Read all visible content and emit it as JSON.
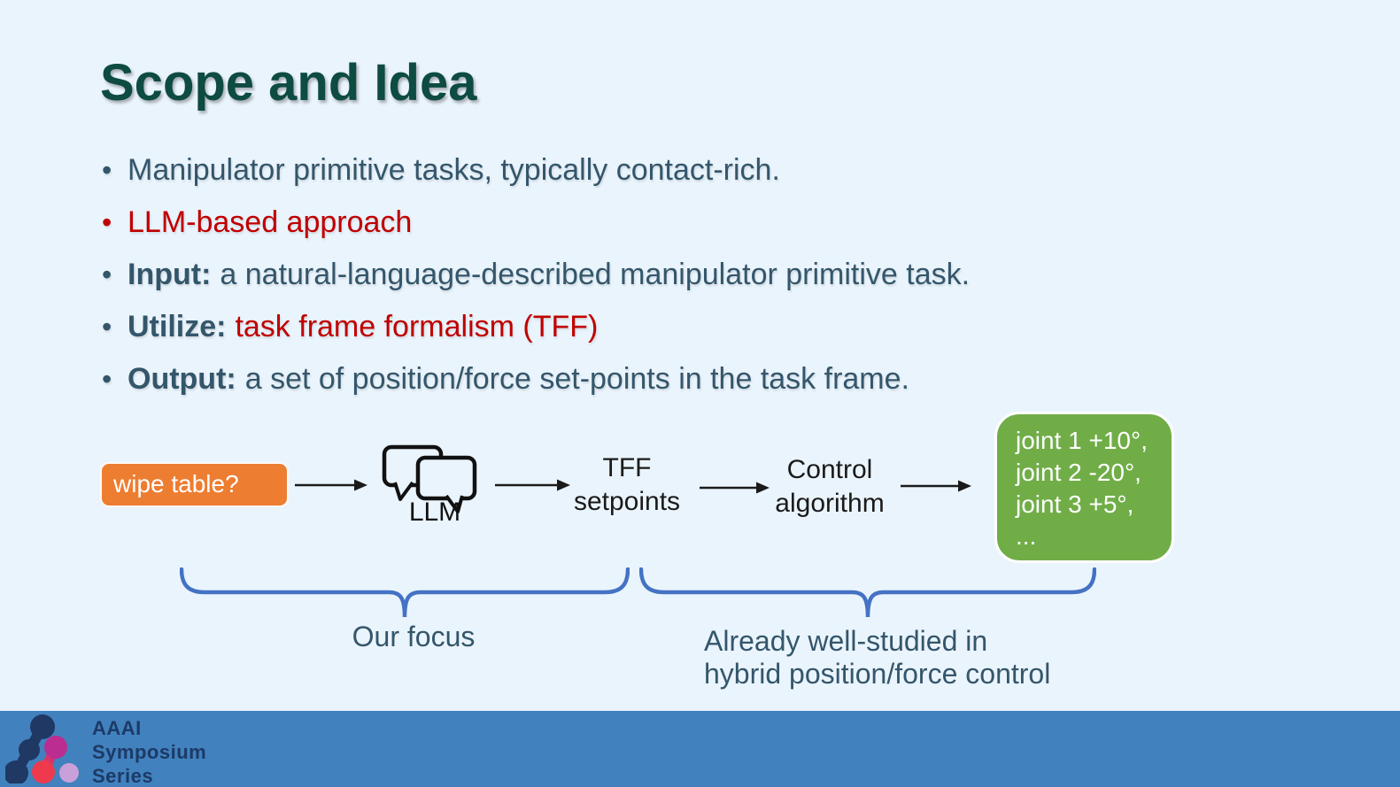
{
  "slide_title": "Scope and Idea",
  "bullets": {
    "b1": {
      "text": "Manipulator primitive tasks, typically contact-rich."
    },
    "b2": {
      "text": "LLM-based approach"
    },
    "b3": {
      "prefix": "Input:",
      "rest": "a natural-language-described manipulator primitive task."
    },
    "b4": {
      "prefix": "Utilize:",
      "rest_red": "task frame formalism (TFF)"
    },
    "b5": {
      "prefix": "Output:",
      "rest": "a set of position/force set-points in the task frame."
    }
  },
  "diagram": {
    "input_label": "wipe table?",
    "llm_label": "LLM",
    "tff_line1": "TFF",
    "tff_line2": "setpoints",
    "control_line1": "Control",
    "control_line2": "algorithm",
    "output_lines": [
      "joint 1 +10°,",
      "joint 2 -20°,",
      "joint 3 +5°,",
      "..."
    ]
  },
  "annotations": {
    "focus": "Our focus",
    "studied_line1": "Already well-studied in",
    "studied_line2": "hybrid position/force control"
  },
  "footer": {
    "logo_line1": "AAAI",
    "logo_line2": "Symposium",
    "logo_line3": "Series"
  },
  "colors": {
    "background": "#EAF4FC",
    "title_teal": "#0E4B41",
    "body_text": "#34566B",
    "accent_red": "#C00000",
    "input_box_orange": "#ED7D31",
    "output_box_green": "#70AD47",
    "brace_blue": "#4472C4",
    "footer_bar_blue": "#4181BE",
    "logo_navy": "#1F3864",
    "logo_magenta": "#BB2D90",
    "logo_red": "#EE3A4C",
    "logo_purple": "#C9A0D8"
  }
}
